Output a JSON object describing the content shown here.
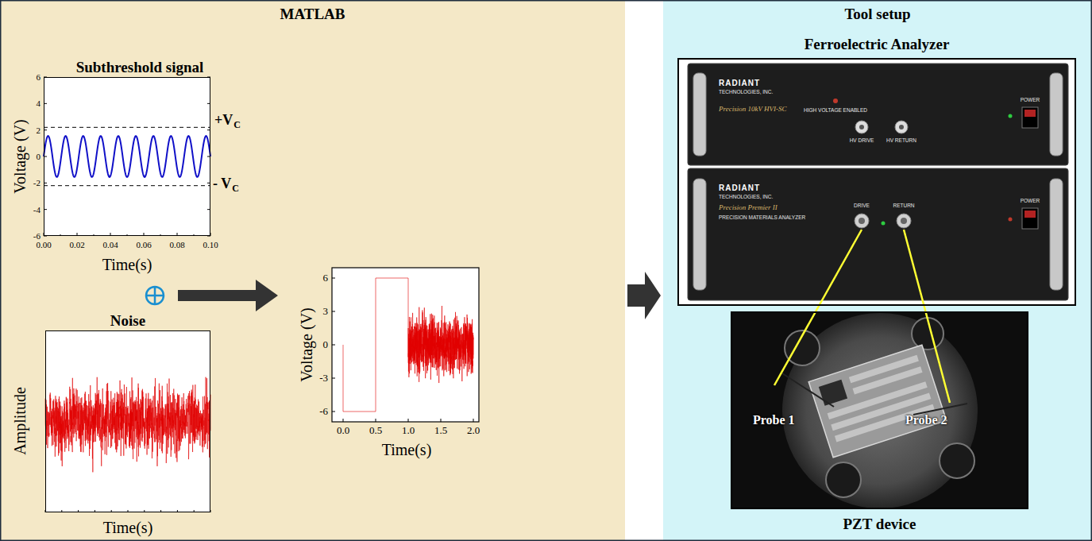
{
  "diagram": {
    "nodes": [
      {
        "text": [
          "MATLAB"
        ]
      },
      {
        "text": [
          "Subthreshold signal"
        ],
        "in": 0
      },
      {
        "text": [
          "Noise"
        ],
        "in": 0
      },
      {
        "text": [
          "Tool setup"
        ]
      },
      {
        "text": [
          "Ferroelectric Analyzer"
        ],
        "in": 3
      },
      {
        "text": [
          "PZT device"
        ],
        "in": 3
      }
    ],
    "edges": [
      {
        "from": 0,
        "to": 3,
        "arrow": "to"
      }
    ],
    "labels": [
      "6",
      "4",
      "2",
      "0",
      "-2",
      "-4",
      "-6",
      "Voltage (V)",
      "0.00",
      "0.02",
      "0.04",
      "0.06",
      "0.08",
      "0.10",
      "Time(s)",
      "+V",
      "C",
      "- V",
      "C",
      "Amplitude",
      "Time(s)",
      "Voltage (V)",
      "6",
      "3",
      "0",
      "-3",
      "-6",
      "0.0",
      "0.5",
      "1.0",
      "1.5",
      "2.0",
      "Time(s)",
      "Probe 1",
      "Probe 2",
      "RADIANT",
      "TECHNOLOGIES, INC.",
      "Precision 10kV HVI-SC",
      "HIGH VOLTAGE ENABLED",
      "HV DRIVE",
      "HV RETURN",
      "POWER",
      "RADIANT",
      "TECHNOLOGIES, INC.",
      "Precision Premier II",
      "PRECISION MATERIALS ANALYZER",
      "DRIVE",
      "RETURN",
      "POWER"
    ]
  }
}
